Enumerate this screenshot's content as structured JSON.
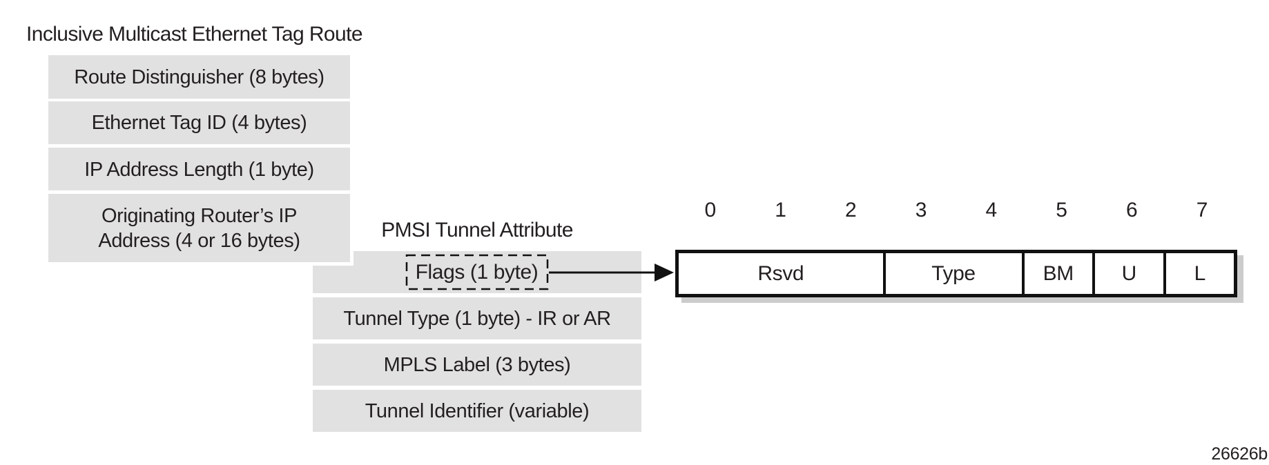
{
  "figure": {
    "code": "26626b"
  },
  "colors": {
    "box_fill": "#e1e1e1",
    "text": "#231f20",
    "line": "#111111",
    "shadow": "#cccccc"
  },
  "imet_route": {
    "title": "Inclusive Multicast Ethernet Tag Route",
    "fields": [
      {
        "label": "Route Distinguisher (8 bytes)"
      },
      {
        "label": "Ethernet Tag ID (4 bytes)"
      },
      {
        "label": "IP Address Length (1 byte)"
      },
      {
        "line1": "Originating Router’s IP",
        "line2": "Address (4 or 16 bytes)"
      }
    ]
  },
  "pmsi_attribute": {
    "title": "PMSI Tunnel Attribute",
    "fields": [
      {
        "label": "Flags (1 byte)",
        "highlighted": true
      },
      {
        "label": "Tunnel Type (1 byte) - IR or AR"
      },
      {
        "label": "MPLS Label (3 bytes)"
      },
      {
        "label": "Tunnel Identifier (variable)"
      }
    ]
  },
  "flags_detail": {
    "bit_numbers": [
      "0",
      "1",
      "2",
      "3",
      "4",
      "5",
      "6",
      "7"
    ],
    "cells": [
      {
        "label": "Rsvd",
        "bits": 3
      },
      {
        "label": "Type",
        "bits": 2
      },
      {
        "label": "BM",
        "bits": 1
      },
      {
        "label": "U",
        "bits": 1
      },
      {
        "label": "L",
        "bits": 1
      }
    ]
  }
}
